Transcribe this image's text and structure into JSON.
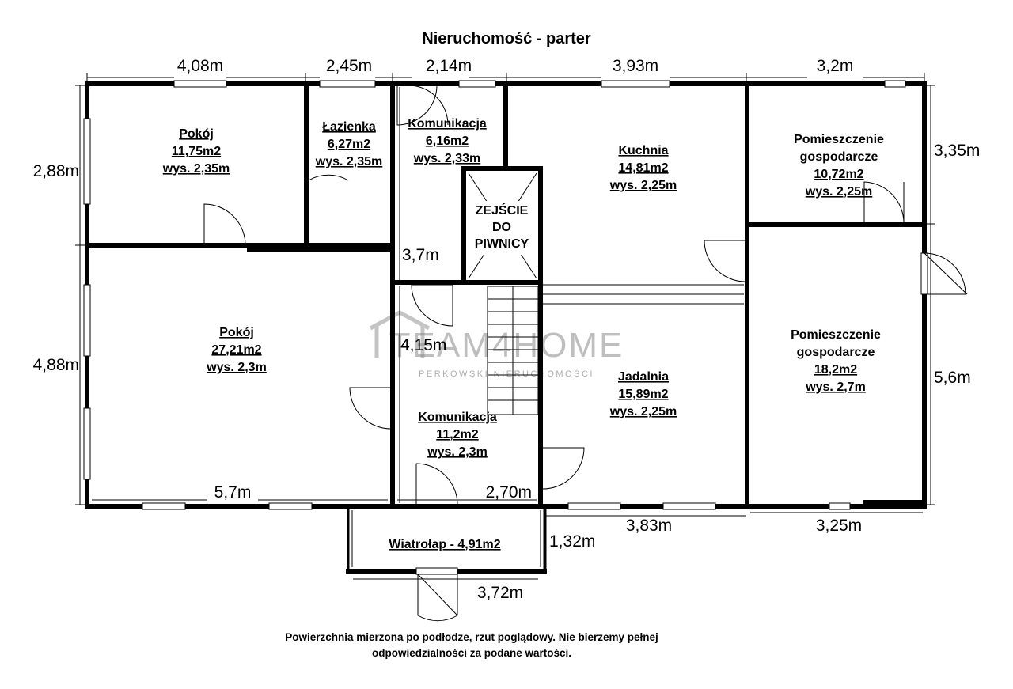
{
  "title": "Nieruchomość - parter",
  "dimensions": {
    "top_1": "4,08m",
    "top_2": "2,45m",
    "top_3": "2,14m",
    "top_4": "3,93m",
    "top_5": "3,2m",
    "left_1": "2,88m",
    "left_2": "4,88m",
    "right_1": "3,35m",
    "right_2": "5,6m",
    "inner_37": "3,7m",
    "inner_415": "4,15m",
    "inner_57": "5,7m",
    "inner_270": "2,70m",
    "bottom_383": "3,83m",
    "bottom_325": "3,25m",
    "bottom_132": "1,32m",
    "bottom_372": "3,72m"
  },
  "rooms": {
    "pokoj_small": {
      "name": "Pokój",
      "area": "11,75m2",
      "height": "wys. 2,35m"
    },
    "lazienka": {
      "name": "Łazienka",
      "area": "6,27m2",
      "height": "wys. 2,35m"
    },
    "komunikacja_top": {
      "name": "Komunikacja",
      "area": "6,16m2",
      "height": "wys. 2,33m"
    },
    "kuchnia": {
      "name": "Kuchnia",
      "area": "14,81m2",
      "height": "wys. 2,25m"
    },
    "gosp_top": {
      "name_1": "Pomieszczenie",
      "name_2": "gospodarcze",
      "area": "10,72m2",
      "height": "wys. 2,25m"
    },
    "pokoj_big": {
      "name": "Pokój",
      "area": "27,21m2",
      "height": "wys. 2,3m"
    },
    "komunikacja_bottom": {
      "name": "Komunikacja",
      "area": "11,2m2",
      "height": "wys. 2,3m"
    },
    "jadalnia": {
      "name": "Jadalnia",
      "area": "15,89m2",
      "height": "wys. 2,25m"
    },
    "gosp_bottom": {
      "name_1": "Pomieszczenie",
      "name_2": "gospodarcze",
      "area": "18,2m2",
      "height": "wys. 2,7m"
    },
    "wiatrolap": {
      "name": "Wiatrołap - 4,91m2"
    }
  },
  "zejscie": {
    "line_1": "ZEJŚCIE",
    "line_2": "DO",
    "line_3": "PIWNICY"
  },
  "watermark": {
    "brand": "TEAM4HOME",
    "sub": "PERKOWSKI NIERUCHOMOŚCI"
  },
  "note": {
    "line_1": "Powierzchnia mierzona po podłodze, rzut poglądowy. Nie bierzemy pełnej",
    "line_2": "odpowiedzialności za podane wartości."
  },
  "colors": {
    "wall": "#000000",
    "watermark": "#8a8a8a",
    "background": "#ffffff"
  }
}
